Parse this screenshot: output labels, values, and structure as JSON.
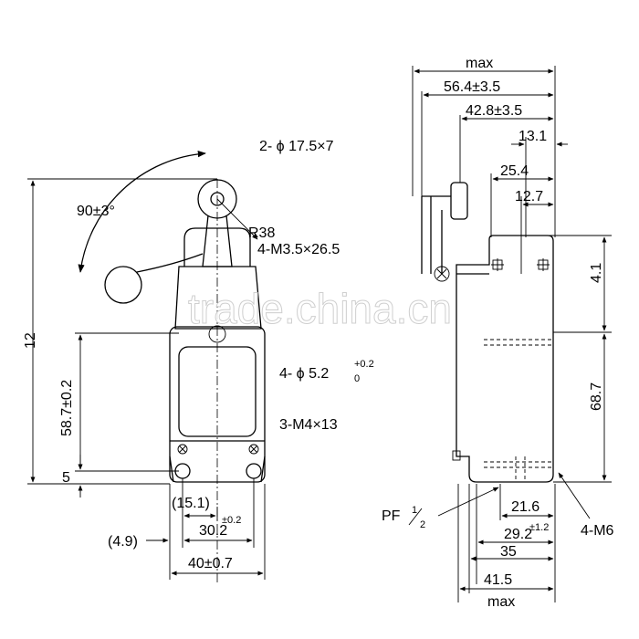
{
  "front": {
    "roller": "2- ϕ 17.5×7",
    "angle": "90±3°",
    "radius": "R38",
    "screws_top": "4-M3.5×26.5",
    "holes": "4- ϕ 5.2",
    "hole_tol_up": "+0.2",
    "hole_tol_down": "0",
    "screws_bottom": "3-M4×13",
    "height_total": "12",
    "height_mount": "58.7±0.2",
    "bottom_offset": "5",
    "w151": "(15.1)",
    "tol02": "±0.2",
    "w302": "30.2",
    "w49": "(4.9)",
    "w40": "40±0.7"
  },
  "side": {
    "max_top": "max",
    "d564": "56.4±3.5",
    "d428": "42.8±3.5",
    "d131": "13.1",
    "d254": "25.4",
    "d127": "12.7",
    "d41": "4.1",
    "d687": "68.7",
    "pf": "PF",
    "pf_num": "1",
    "pf_den": "2",
    "d216": "21.6",
    "d292": "29.2",
    "tol12": "±1.2",
    "d35": "35",
    "d415": "41.5",
    "max_bottom": "max",
    "m6": "4-M6"
  },
  "watermark": "trade.china.cn"
}
